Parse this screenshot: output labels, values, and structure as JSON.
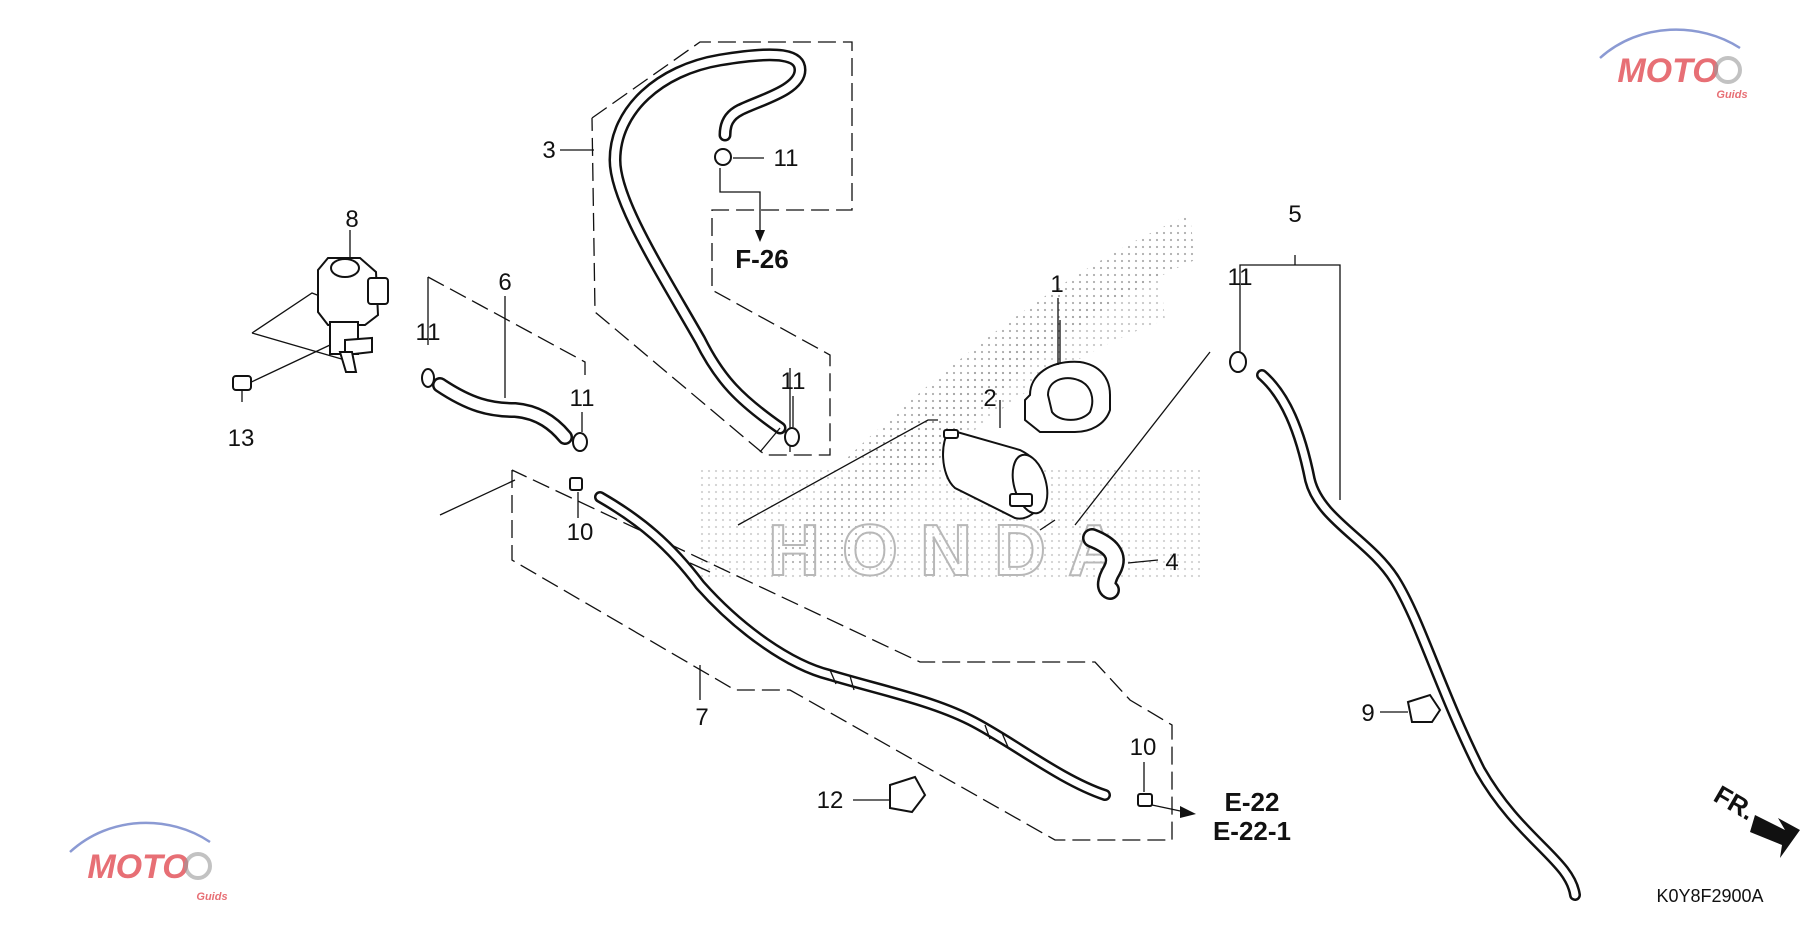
{
  "diagram": {
    "part_labels": [
      "1",
      "2",
      "3",
      "4",
      "5",
      "6",
      "7",
      "8",
      "9",
      "10",
      "10",
      "11",
      "11",
      "11",
      "11",
      "11",
      "12",
      "13"
    ],
    "references": [
      "F-26",
      "E-22",
      "E-22-1"
    ],
    "fr_marker": "FR.",
    "drawing_code": "K0Y8F2900A"
  },
  "watermarks": {
    "brand_main": "MOTO",
    "brand_sub": "Guids",
    "center_text": "HONDA"
  },
  "colors": {
    "line": "#111111",
    "brand_red": "#e04048",
    "brand_blue": "#5a6fc0",
    "stipple": "#9a9a9a"
  }
}
